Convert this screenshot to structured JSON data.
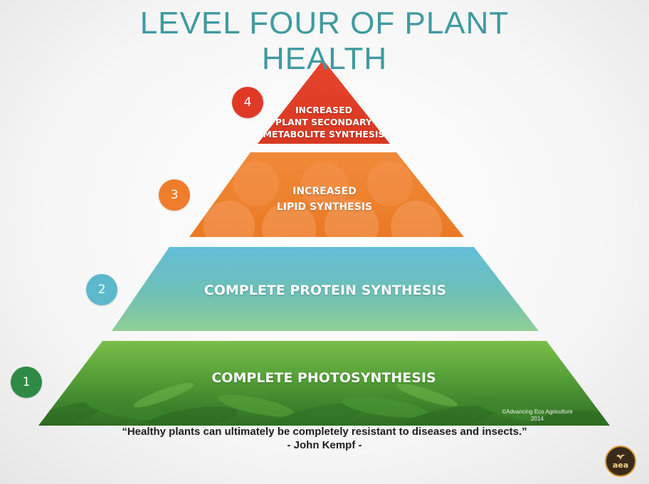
{
  "slide": {
    "title_lines": [
      "LEVEL FOUR OF PLANT",
      "HEALTH"
    ],
    "tiers": [
      {
        "number": "4",
        "label_lines": [
          "INCREASED",
          "PLANT SECONDARY",
          "METABOLITE SYNTHESIS"
        ],
        "color": "#e03a26"
      },
      {
        "number": "3",
        "label_lines": [
          "INCREASED",
          "LIPID SYNTHESIS"
        ],
        "color": "#ef7d2b"
      },
      {
        "number": "2",
        "label": "COMPLETE PROTEIN SYNTHESIS",
        "color": "#5db8cc"
      },
      {
        "number": "1",
        "label": "COMPLETE PHOTOSYNTHESIS",
        "color": "#2e8a45"
      }
    ],
    "copyright_lines": [
      "©Advancing Eco Agriculture",
      "2014"
    ],
    "quote": {
      "text": "“Healthy plants can ultimately be completely resistant to diseases and insects.”",
      "author": "- John Kempf -"
    },
    "logo": {
      "text": "aea",
      "icon": "leaf-icon"
    }
  }
}
